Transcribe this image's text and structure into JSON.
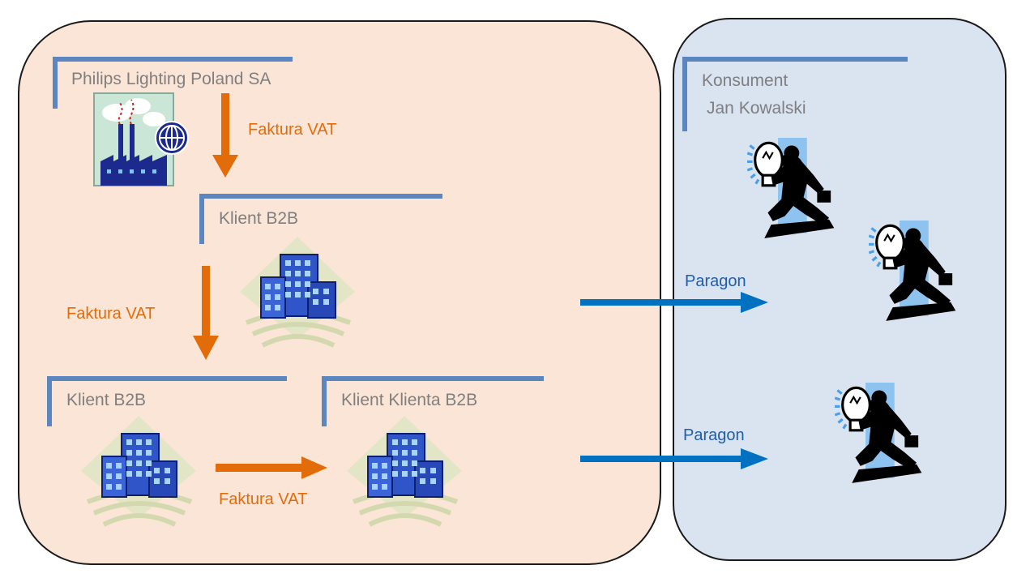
{
  "b2b_panel": {
    "manufacturer": {
      "label": "Philips Lighting Poland SA"
    },
    "client_top": {
      "label": "Klient B2B"
    },
    "client_bottom": {
      "label": "Klient B2B"
    },
    "client_of_client": {
      "label": "Klient Klienta B2B"
    },
    "flows": {
      "invoice_1": "Faktura VAT",
      "invoice_2": "Faktura VAT",
      "invoice_3": "Faktura VAT"
    }
  },
  "consumer_panel": {
    "title_line1": "Konsument",
    "title_line2": "Jan Kowalski"
  },
  "receipts": {
    "receipt_1": "Paragon",
    "receipt_2": "Paragon"
  },
  "colors": {
    "b2b_background": "#fbe5d6",
    "consumer_background": "#dae3f0",
    "bracket": "#5b86c0",
    "invoice_arrow": "#e36c0a",
    "receipt_arrow": "#0070c0",
    "label_gray": "#7f7f7f"
  },
  "icons": {
    "manufacturer": "factory-globe-icon",
    "client": "office-building-icon",
    "consumer": "person-lightbulb-icon"
  }
}
